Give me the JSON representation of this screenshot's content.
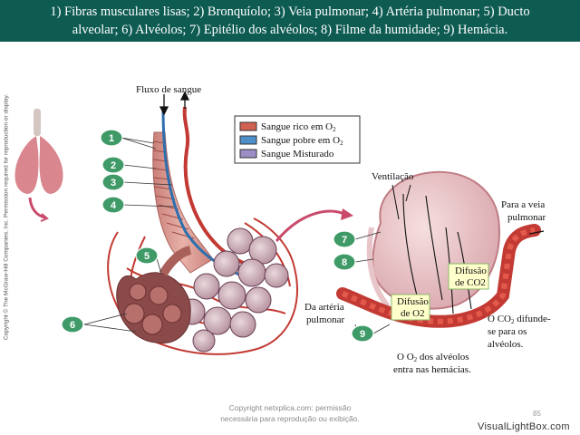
{
  "header": {
    "line1": "1) Fibras musculares lisas; 2) Bronquíolo; 3) Veia pulmonar; 4) Artéria pulmonar; 5) Ducto",
    "line2": "alveolar; 6)  Alvéolos; 7) Epitélio dos alvéolos; 8) Filme da humidade; 9) Hemácia."
  },
  "side_copyright": "Copyright © The McGraw-Hill Companies, Inc. Permission required for reproduction or display.",
  "labels": {
    "fluxo": "Fluxo de sangue",
    "ventilacao": "Ventilação",
    "para_veia_1": "Para a veia",
    "para_veia_2": "pulmonar",
    "da_arteria_1": "Da artéria",
    "da_arteria_2": "pulmonar",
    "difusao": "Difusão",
    "de_co2": "de CO2",
    "de_o2": "de O2",
    "co2_line1": "O CO",
    "co2_sub": "2",
    "co2_line1b": " difunde-",
    "co2_line2": "se para os",
    "co2_line3": "alvéolos.",
    "o2_line1": "O O",
    "o2_sub": "2",
    "o2_line1b": " dos alvéolos",
    "o2_line2": "entra nas hemácias."
  },
  "legend": {
    "items": [
      {
        "label": "Sangue rico em O",
        "sub": "2",
        "color": "#d0604f"
      },
      {
        "label": "Sangue pobre em O",
        "sub": "2",
        "color": "#4f8fc9"
      },
      {
        "label": "Sangue Misturado",
        "sub": "",
        "color": "#9a8ec4"
      }
    ]
  },
  "markers": [
    "1",
    "2",
    "3",
    "4",
    "5",
    "6",
    "7",
    "8",
    "9"
  ],
  "marker_color": "#3f9a68",
  "footer": {
    "line1": "Copyright netxplica.com: permissão",
    "line2": "necessária para reprodução ou exibição."
  },
  "page_number": "85",
  "watermark": "VisualLightBox.com"
}
